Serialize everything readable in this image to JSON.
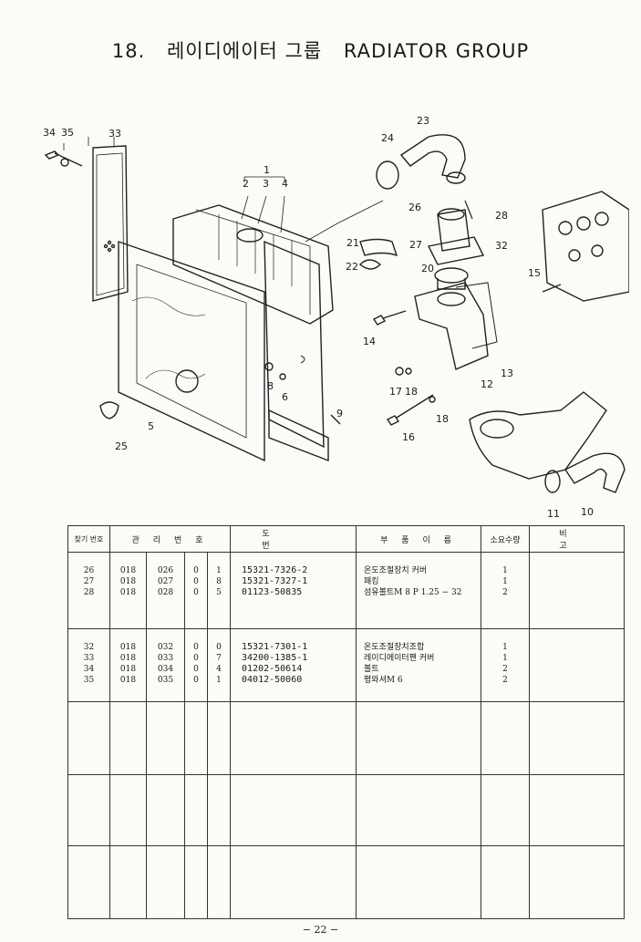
{
  "title": {
    "number": "18.",
    "korean": "레이디에이터 그룹",
    "english": "RADIATOR GROUP"
  },
  "callouts": [
    "34",
    "35",
    "33",
    "1",
    "2",
    "3",
    "4",
    "24",
    "23",
    "26",
    "28",
    "21",
    "27",
    "32",
    "22",
    "20",
    "15",
    "14",
    "8",
    "6",
    "12",
    "13",
    "17",
    "18",
    "18",
    "16",
    "9",
    "5",
    "25",
    "11",
    "10"
  ],
  "table": {
    "headers": {
      "ref_no": "찾기 번호",
      "control_no": "관 리 번 호",
      "part_no": "도 번",
      "part_name": "부 품 이 름",
      "qty": "소요수량",
      "remarks": "비 고"
    },
    "groups": [
      {
        "rows": [
          {
            "ref": "26",
            "c1": "018",
            "c2": "026",
            "c3": "0",
            "c4": "1",
            "part_no": "15321-7326-2",
            "name": "온도조절장치 커버",
            "qty": "1"
          },
          {
            "ref": "27",
            "c1": "018",
            "c2": "027",
            "c3": "0",
            "c4": "8",
            "part_no": "15321-7327-1",
            "name": "패킹",
            "qty": "1"
          },
          {
            "ref": "28",
            "c1": "018",
            "c2": "028",
            "c3": "0",
            "c4": "5",
            "part_no": "01123-50835",
            "name": "섬유볼트M 8 P 1.25 − 32",
            "qty": "2"
          }
        ]
      },
      {
        "rows": [
          {
            "ref": "32",
            "c1": "018",
            "c2": "032",
            "c3": "0",
            "c4": "0",
            "part_no": "15321-7301-1",
            "name": "온도조절장치조합",
            "qty": "1"
          },
          {
            "ref": "33",
            "c1": "018",
            "c2": "033",
            "c3": "0",
            "c4": "7",
            "part_no": "34200-1385-1",
            "name": "레이디에이터팬 커버",
            "qty": "1"
          },
          {
            "ref": "34",
            "c1": "018",
            "c2": "034",
            "c3": "0",
            "c4": "4",
            "part_no": "01202-50614",
            "name": "볼트",
            "qty": "2"
          },
          {
            "ref": "35",
            "c1": "018",
            "c2": "035",
            "c3": "0",
            "c4": "1",
            "part_no": "04012-50060",
            "name": "평와셔M 6",
            "qty": "2"
          }
        ]
      }
    ]
  },
  "page_number": "− 22 −"
}
